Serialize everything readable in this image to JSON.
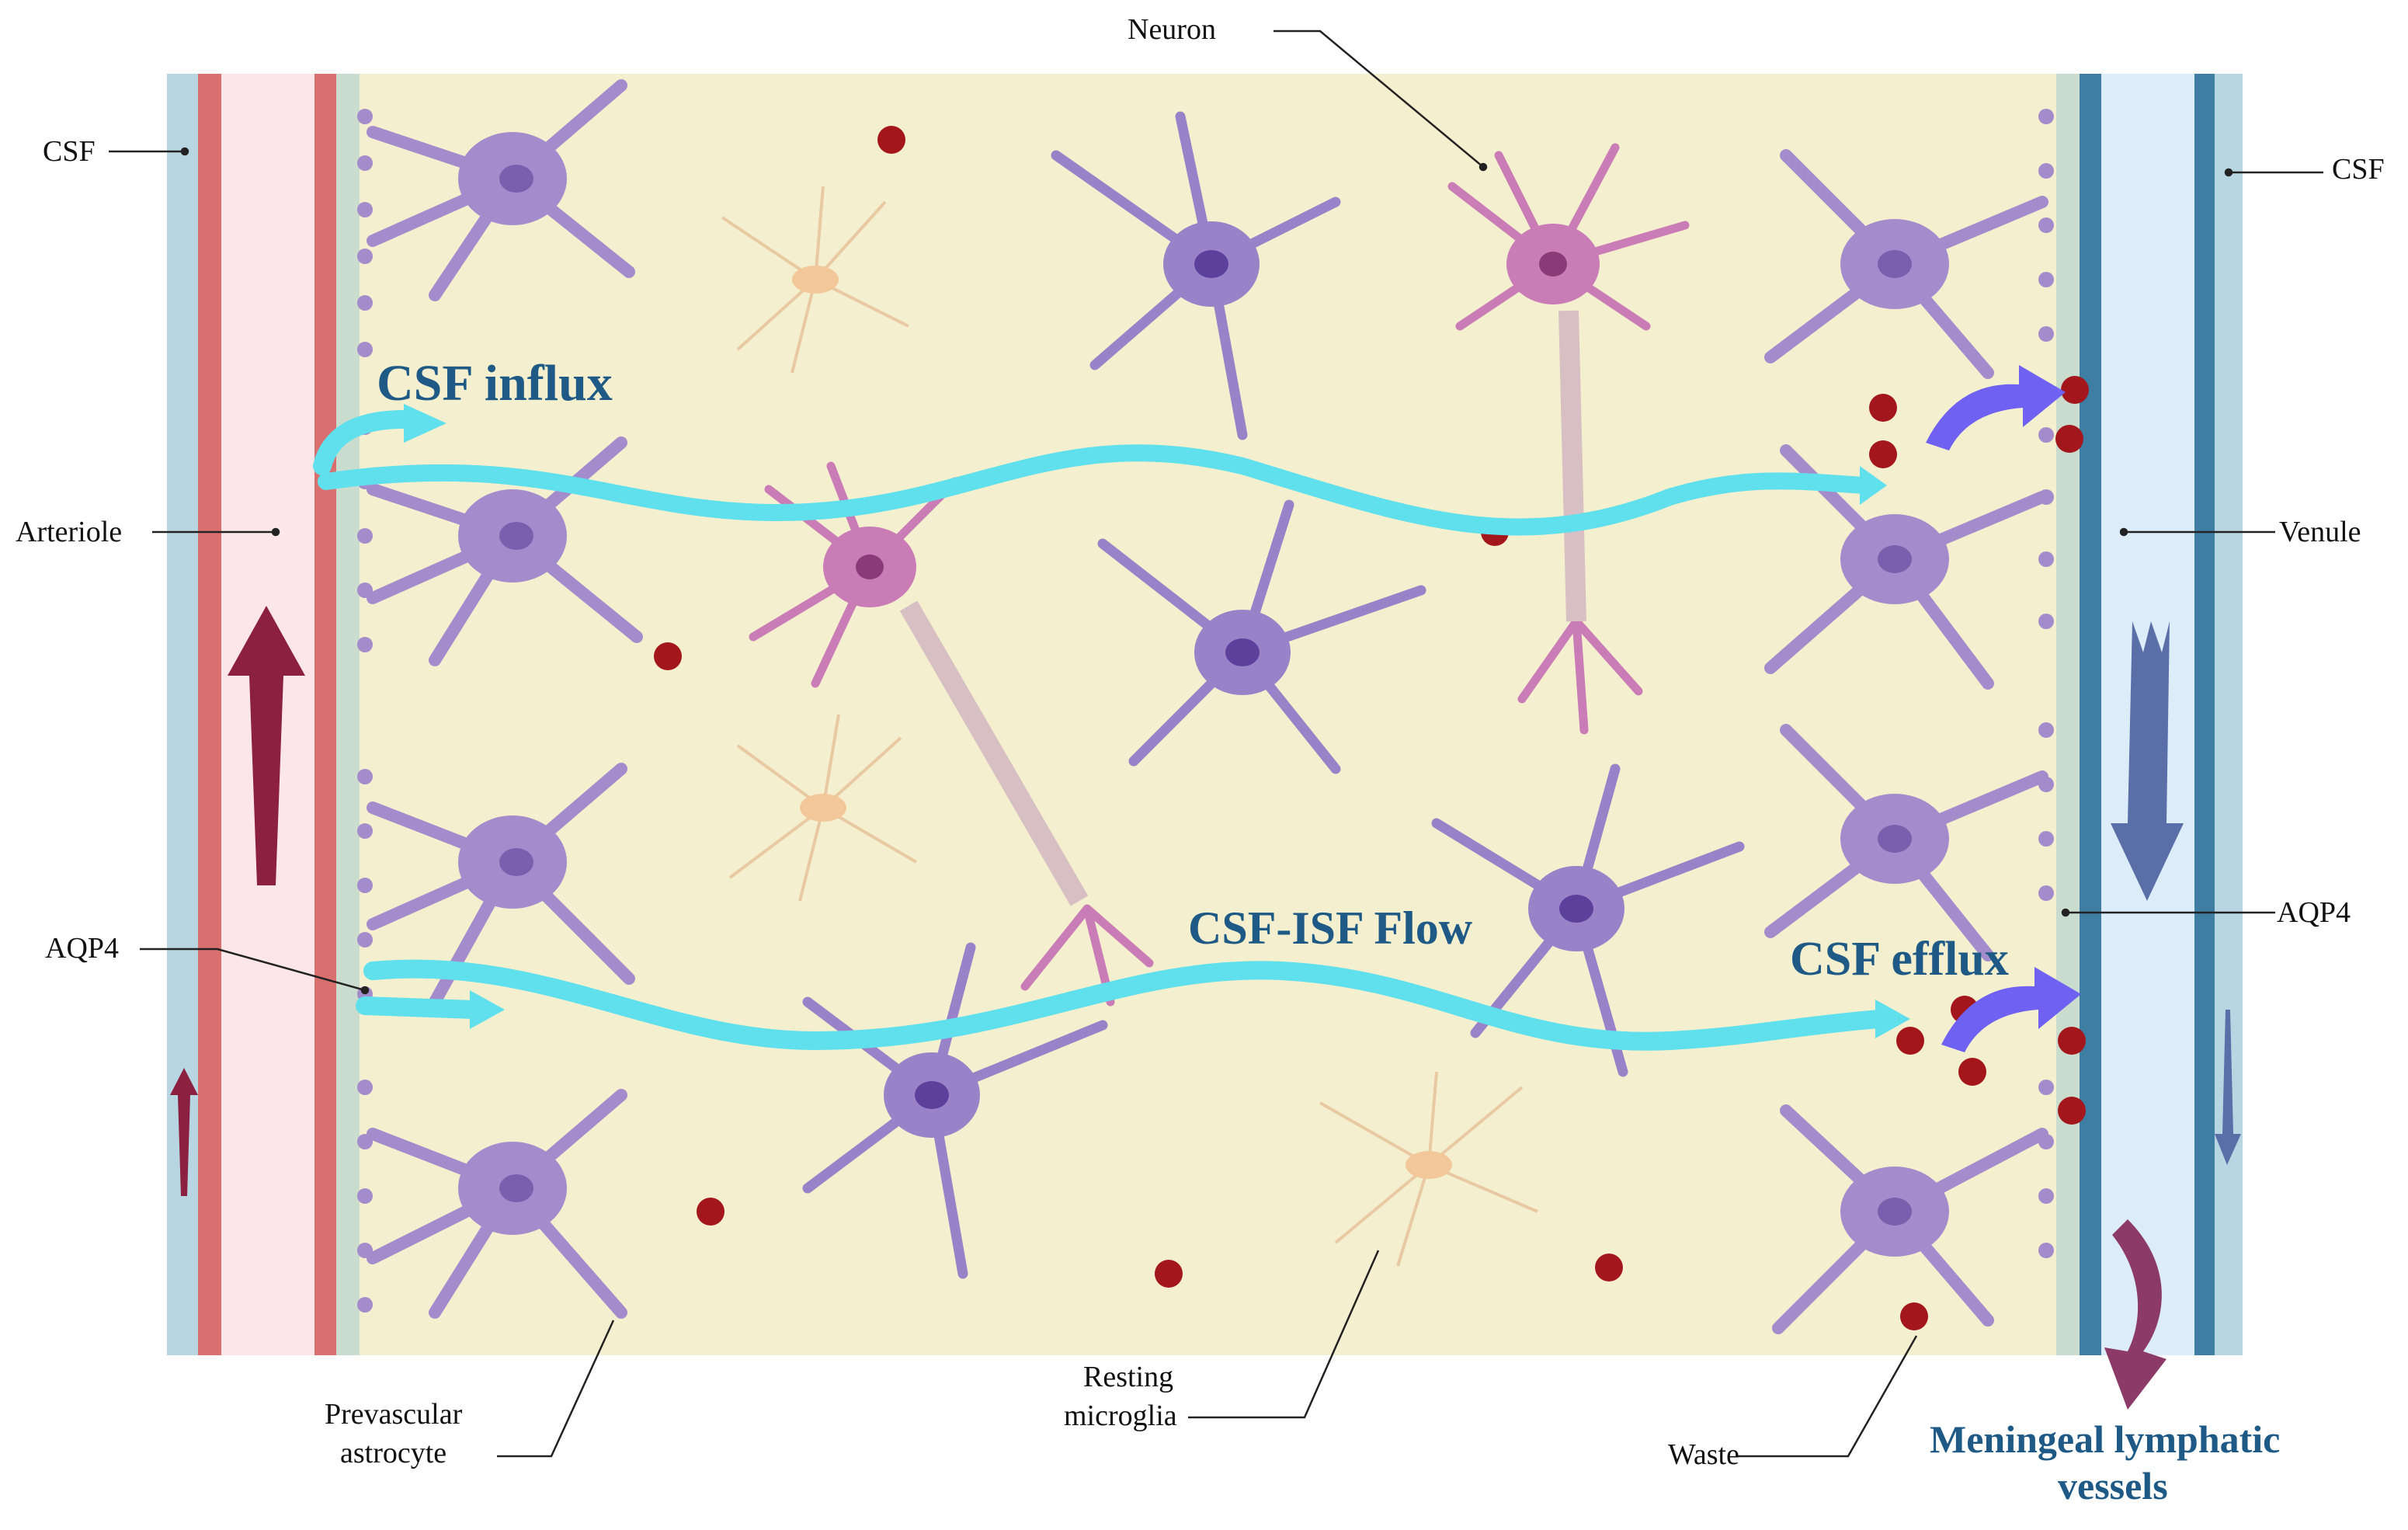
{
  "labels": {
    "csf_left": "CSF",
    "csf_right": "CSF",
    "neuron": "Neuron",
    "arteriole": "Arteriole",
    "venule": "Venule",
    "aqp4_left": "AQP4",
    "aqp4_right": "AQP4",
    "prevascular_line1": "Prevascular",
    "prevascular_line2": "astrocyte",
    "microglia_line1": "Resting",
    "microglia_line2": "microglia",
    "waste": "Waste",
    "lymph_line1": "Meningeal lymphatic",
    "lymph_line2": "vessels",
    "csf_influx": "CSF influx",
    "csf_isf_flow": "CSF-ISF Flow",
    "csf_efflux": "CSF efflux"
  },
  "colors": {
    "parenchyma": "#f4f0cf",
    "arteriole_wall": "#d9706f",
    "arteriole_lumen": "#fde6ea",
    "csf_space": "#b8d6e2",
    "venule_wall": "#3e7ea3",
    "venule_lumen": "#dcecf8",
    "flow_arrow": "#5fe0ec",
    "astrocyte": "#a48ccc",
    "neuron": "#c97cb6",
    "waste": "#a3161c",
    "microglia": "#e8c9a2",
    "lymph_arrow": "#8c3a68",
    "efflux_arrow": "#6f62f2"
  },
  "icons": [
    "astrocyte-icon",
    "neuron-icon",
    "microglia-icon",
    "waste-particle-icon",
    "aqp4-channel-icon",
    "flow-arrow-icon"
  ]
}
